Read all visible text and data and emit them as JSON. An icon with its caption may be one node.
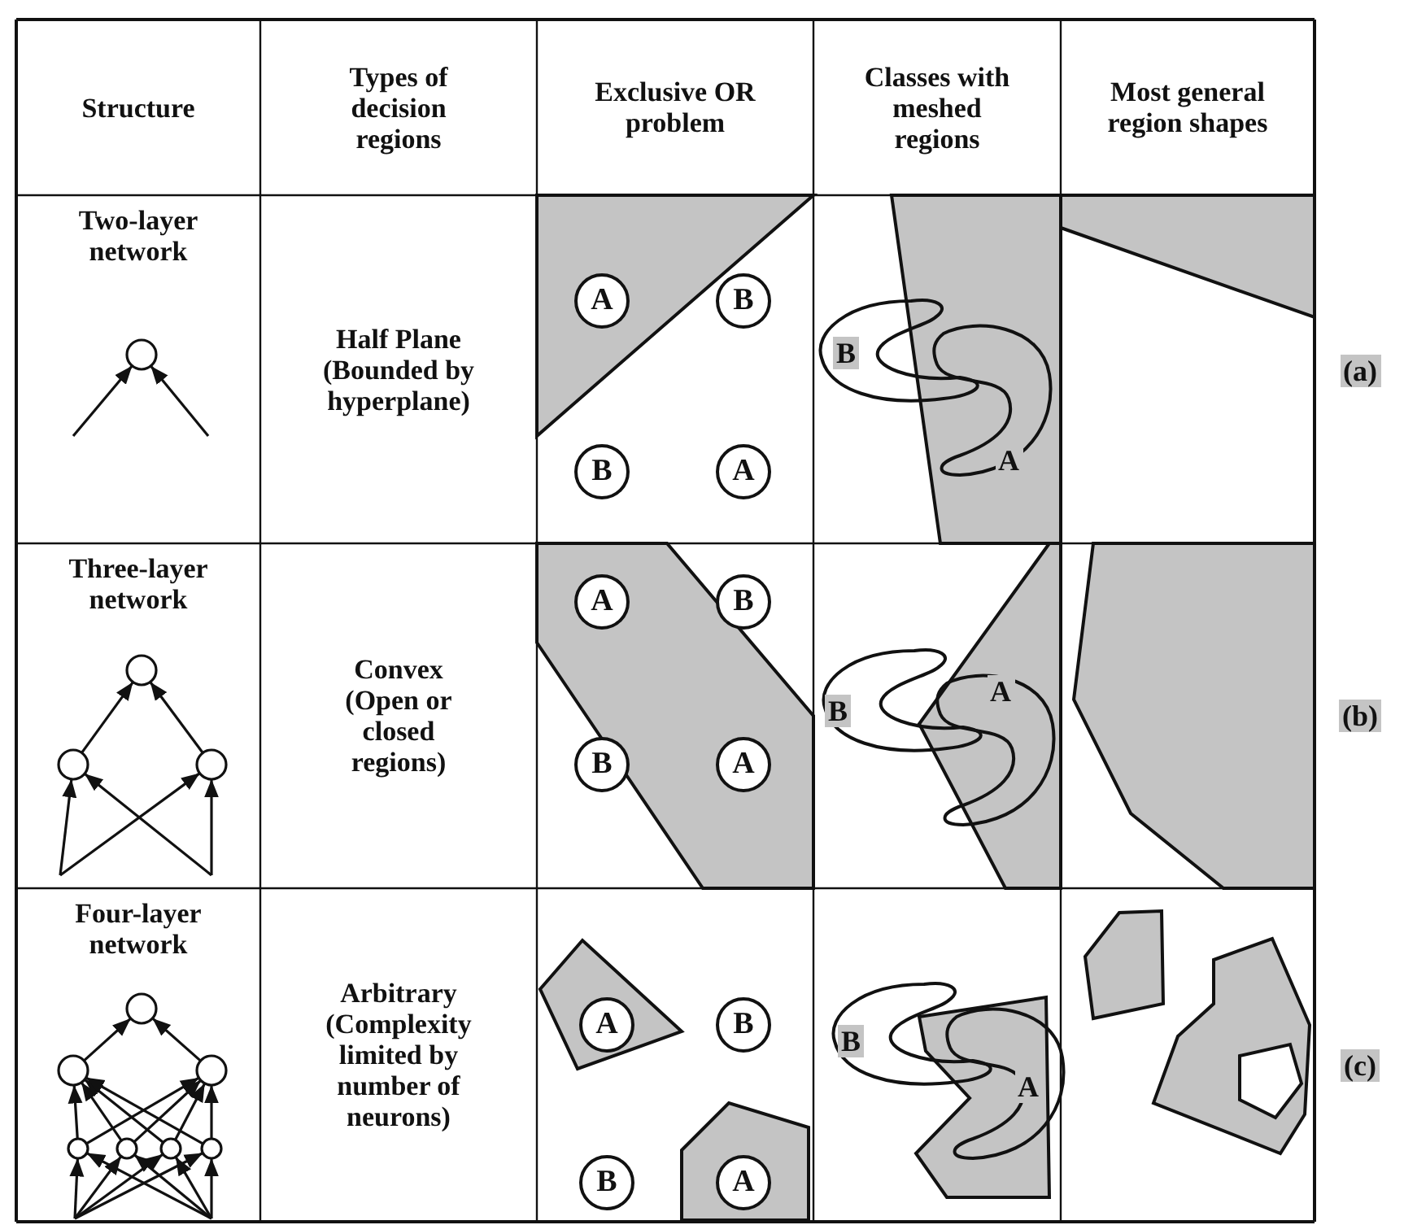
{
  "diagram": {
    "nodes": [
      {
        "text": [
          "A"
        ]
      },
      {
        "text": [
          "B"
        ]
      },
      {
        "text": [
          "B"
        ]
      },
      {
        "text": [
          "A"
        ]
      },
      {
        "text": [
          "A"
        ]
      },
      {
        "text": [
          "B"
        ]
      },
      {
        "text": [
          "B"
        ]
      },
      {
        "text": [
          "A"
        ]
      },
      {
        "text": [
          "A"
        ]
      },
      {
        "text": [
          "B"
        ]
      },
      {
        "text": [
          "B"
        ]
      },
      {
        "text": [
          "A"
        ]
      }
    ],
    "edges": [],
    "labels": [
      "Structure",
      "Types of decision regions",
      "Exclusive OR problem",
      "Classes with meshed regions",
      "Most general region shapes",
      "Two-layer network",
      "Half Plane (Bounded by hyperplane)",
      "B",
      "A",
      "(a)",
      "Three-layer network",
      "Convex (Open or closed regions)",
      "B",
      "A",
      "(b)",
      "Four-layer network",
      "Arbitrary (Complexity limited by number of neurons)",
      "B",
      "A",
      "(c)"
    ]
  }
}
